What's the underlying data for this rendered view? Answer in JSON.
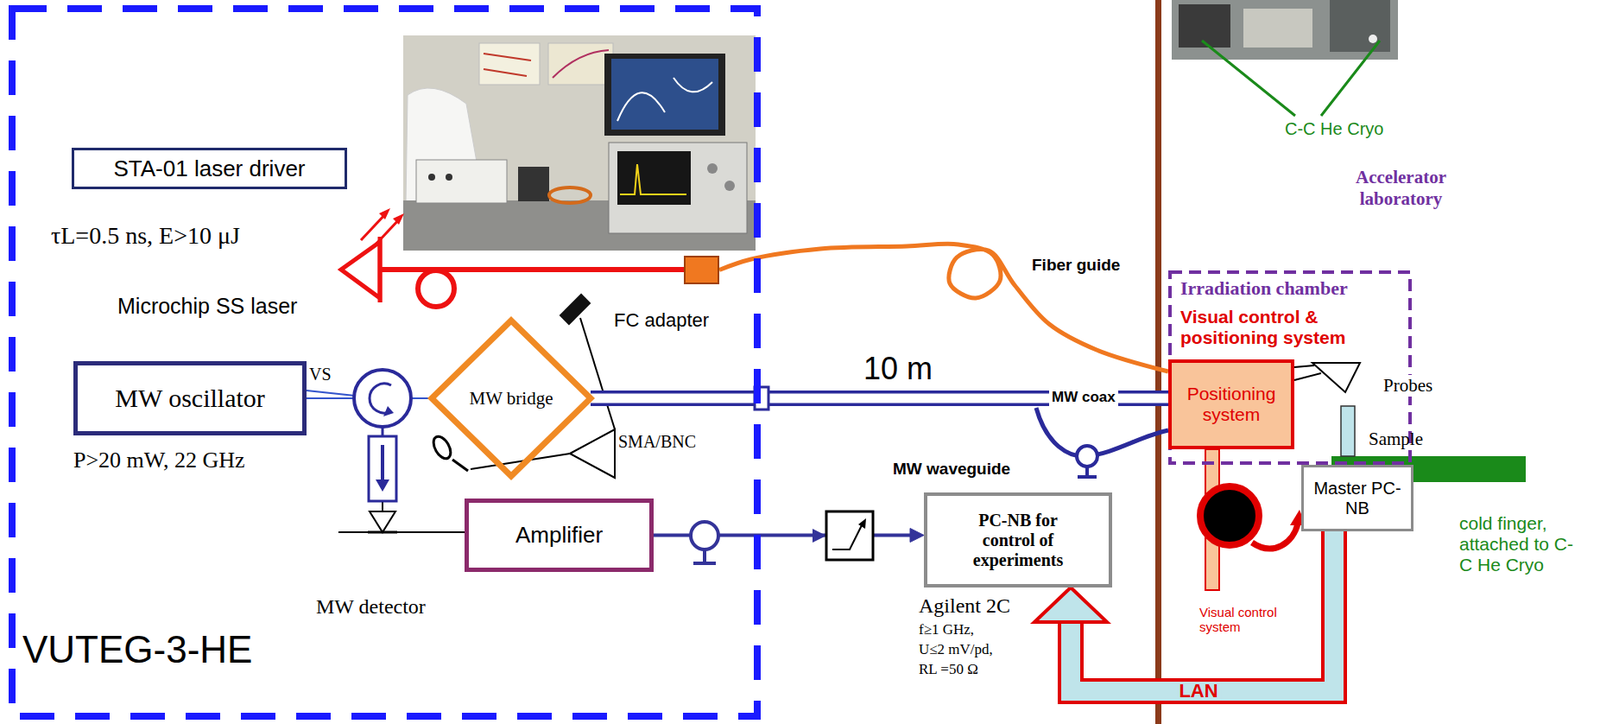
{
  "diagram": {
    "nodes": [
      {
        "text": [
          "VUTEG-3-HE"
        ]
      },
      {
        "text": [
          "STA-01 laser driver"
        ],
        "in": 0
      },
      {
        "text": [
          "FC adapter"
        ],
        "in": 0
      },
      {
        "text": [
          "MW oscillator"
        ],
        "in": 0
      },
      {
        "text": [
          "MW bridge"
        ],
        "in": 0
      },
      {
        "text": [
          "Amplifier"
        ],
        "in": 0
      },
      {
        "text": [
          "PC-NB for control of experiments"
        ]
      },
      {
        "text": [
          "Irradiation chamber",
          "Visual control & positioning system"
        ]
      },
      {
        "text": [
          "Positioning system"
        ],
        "in": 7
      },
      {
        "text": [
          "Master PC-NB"
        ]
      }
    ],
    "edges": [
      {
        "from": 2,
        "to": 8,
        "arrow": "none",
        "label": "Fiber guide"
      },
      {
        "from": 3,
        "to": 4,
        "arrow": "none"
      },
      {
        "from": 4,
        "to": 8,
        "arrow": "none",
        "label": "10 m"
      },
      {
        "from": 5,
        "to": 6,
        "arrow": "to"
      },
      {
        "from": 9,
        "to": 6,
        "arrow": "to",
        "label": "LAN"
      }
    ],
    "labels": [
      "τL=0.5 ns, E>10 μJ",
      "Microchip SS laser",
      "P>20 mW, 22 GHz",
      "VS",
      "SMA/BNC",
      "MW detector",
      "MW coax",
      "MW waveguide",
      "Agilent 2C",
      "f≥1 GHz,",
      "U≤2 mV/pd,",
      "RL =50 Ω",
      "Probes",
      "Sample",
      "Visual control system",
      "cold finger, attached to C-C He Cryo",
      "C-C He Cryo",
      "Accelerator laboratory"
    ]
  }
}
